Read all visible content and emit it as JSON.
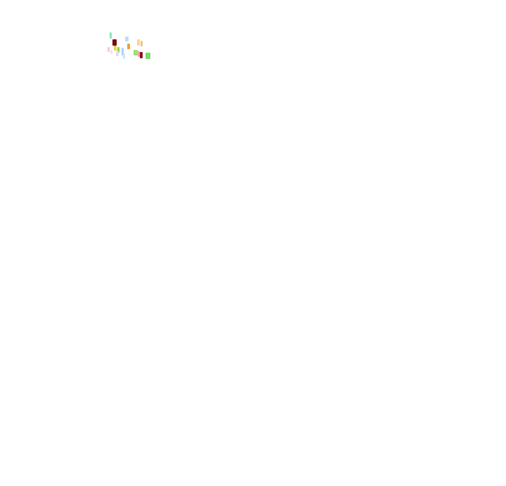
{
  "canvas": {
    "background": "#ffffff"
  },
  "marks": [
    {
      "name": "mark-mint-1",
      "color": "#8ee6b3"
    },
    {
      "name": "mark-darkred-1",
      "color": "#7a0b14"
    },
    {
      "name": "mark-paleblue-1",
      "color": "#bfdcff"
    },
    {
      "name": "mark-yellow-1",
      "color": "#e6d84a"
    },
    {
      "name": "mark-green-1",
      "color": "#8bd14f"
    },
    {
      "name": "mark-pink-1",
      "color": "#f7c6d9"
    },
    {
      "name": "mark-lightpink-1",
      "color": "#f8e0ee"
    },
    {
      "name": "mark-lavender-1",
      "color": "#e8d8f8"
    },
    {
      "name": "mark-lightblue-1",
      "color": "#a9d2ff"
    },
    {
      "name": "mark-orange-1",
      "color": "#f2a12b"
    },
    {
      "name": "mark-peach-1",
      "color": "#ffd29a"
    },
    {
      "name": "mark-gold-1",
      "color": "#f0c66e"
    },
    {
      "name": "mark-lime-1",
      "color": "#9de07a"
    },
    {
      "name": "mark-pink-2",
      "color": "#f3a0b0"
    },
    {
      "name": "mark-darkred-2",
      "color": "#8d0f1e"
    },
    {
      "name": "mark-green-2",
      "color": "#79d96d"
    },
    {
      "name": "mark-paleblue-2",
      "color": "#cfe3ff"
    }
  ]
}
